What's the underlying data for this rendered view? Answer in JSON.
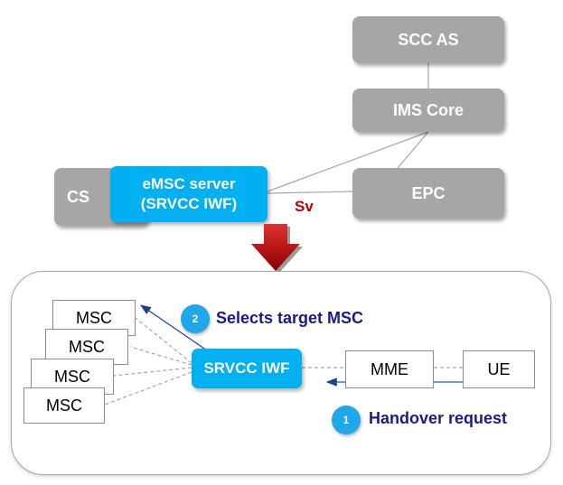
{
  "top": {
    "scc_as": "SCC AS",
    "ims_core": "IMS Core",
    "epc": "EPC",
    "cs": "CS",
    "emsc_line1": "eMSC server",
    "emsc_line2": "(SRVCC IWF)",
    "sv_label": "Sv"
  },
  "bottom": {
    "msc_boxes": [
      "MSC",
      "MSC",
      "MSC",
      "MSC"
    ],
    "srvcc_iwf": "SRVCC IWF",
    "mme": "MME",
    "ue": "UE",
    "steps": [
      {
        "number": "2",
        "label": "Selects target MSC"
      },
      {
        "number": "1",
        "label": "Handover request"
      }
    ]
  },
  "colors": {
    "gray_node": "#a6a6a6",
    "blue_node": "#00b0f0",
    "arrow_red": "#c00000",
    "step_text": "#1a1a8c",
    "sv_text": "#c00000"
  },
  "icons": {
    "transition_arrow": "down-arrow-icon"
  }
}
